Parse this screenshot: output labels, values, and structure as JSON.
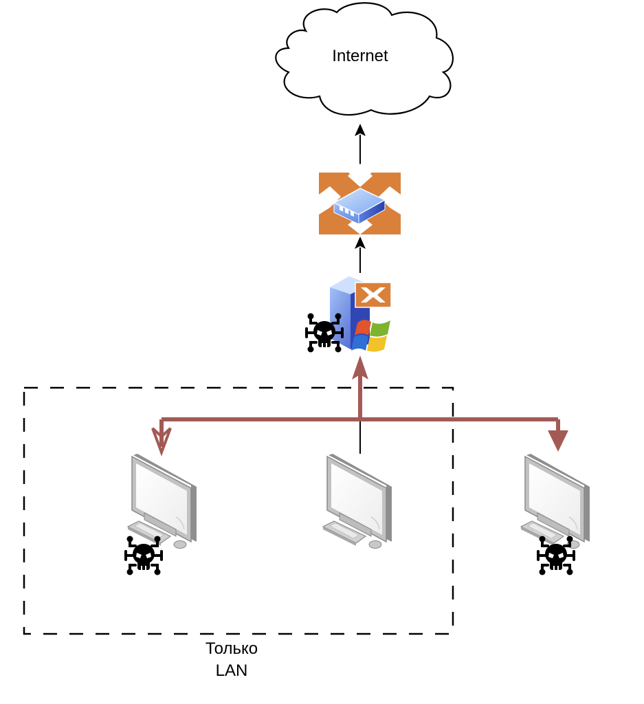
{
  "diagram": {
    "title": "",
    "nodes": {
      "internet": {
        "label": "Internet",
        "shape": "cloud"
      },
      "router": {
        "label": "",
        "icon": "router-icon",
        "accent": "#D9803B"
      },
      "gateway_server": {
        "label": "",
        "icon": "windows-server-switch-icon",
        "compromised": true
      },
      "pc_left": {
        "label": "",
        "icon": "desktop-computer-icon",
        "compromised": true,
        "in_lan_zone": true
      },
      "pc_center": {
        "label": "",
        "icon": "desktop-computer-icon",
        "compromised": false,
        "in_lan_zone": true
      },
      "pc_right": {
        "label": "",
        "icon": "desktop-computer-icon",
        "compromised": true,
        "in_lan_zone": false
      }
    },
    "zone": {
      "line1": "Только",
      "line2": "LAN",
      "style": "dashed"
    },
    "edges": [
      {
        "from": "router",
        "to": "internet",
        "style": "solid",
        "color": "#000000"
      },
      {
        "from": "gateway_server",
        "to": "router",
        "style": "solid",
        "color": "#000000"
      },
      {
        "from": "pc_center",
        "to": "gateway_server",
        "style": "solid",
        "color": "#A35A55",
        "kind": "attack"
      },
      {
        "from": "pc_center",
        "to": "pc_left",
        "style": "solid",
        "color": "#A35A55",
        "kind": "attack"
      },
      {
        "from": "pc_center",
        "to": "pc_right",
        "style": "solid",
        "color": "#A35A55",
        "kind": "attack"
      }
    ],
    "colors": {
      "attack_arrow": "#A35A55",
      "router_orange": "#D9803B",
      "device_blue": "#7FA9EE",
      "monitor_gray": "#B8B8B8"
    }
  }
}
